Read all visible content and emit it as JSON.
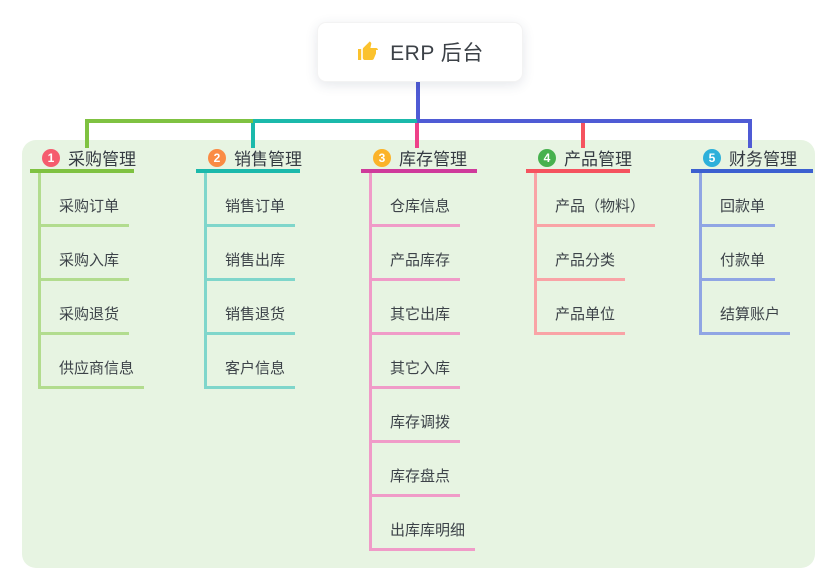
{
  "root": {
    "title": "ERP 后台",
    "icon": "thumbs-up",
    "icon_color": "#fbc22d"
  },
  "connectors": {
    "root_color": "#4f5bd5"
  },
  "panel_background": "#e7f4e2",
  "branches": [
    {
      "badge": "1",
      "title": "采购管理",
      "badge_color": "#f55c6e",
      "line_color": "#7fc241",
      "light_color": "#b2dc8e",
      "drop_color": "#7fc241",
      "children": [
        "采购订单",
        "采购入库",
        "采购退货",
        "供应商信息"
      ]
    },
    {
      "badge": "2",
      "title": "销售管理",
      "badge_color": "#fa8b44",
      "line_color": "#1bb9ab",
      "light_color": "#7fd6cb",
      "drop_color": "#1bb9ab",
      "children": [
        "销售订单",
        "销售出库",
        "销售退货",
        "客户信息"
      ]
    },
    {
      "badge": "3",
      "title": "库存管理",
      "badge_color": "#fbb329",
      "line_color": "#cf3a9b",
      "light_color": "#f09bc8",
      "drop_color": "#ee4189",
      "children": [
        "仓库信息",
        "产品库存",
        "其它出库",
        "其它入库",
        "库存调拨",
        "库存盘点",
        "出库库明细"
      ]
    },
    {
      "badge": "4",
      "title": "产品管理",
      "badge_color": "#47b14e",
      "line_color": "#f5535f",
      "light_color": "#f9a3a6",
      "drop_color": "#f5535f",
      "children": [
        "产品（物料）",
        "产品分类",
        "产品单位"
      ]
    },
    {
      "badge": "5",
      "title": "财务管理",
      "badge_color": "#2db0da",
      "line_color": "#3c60d0",
      "light_color": "#90a5e4",
      "drop_color": "#4f5bd5",
      "children": [
        "回款单",
        "付款单",
        "结算账户"
      ]
    }
  ]
}
